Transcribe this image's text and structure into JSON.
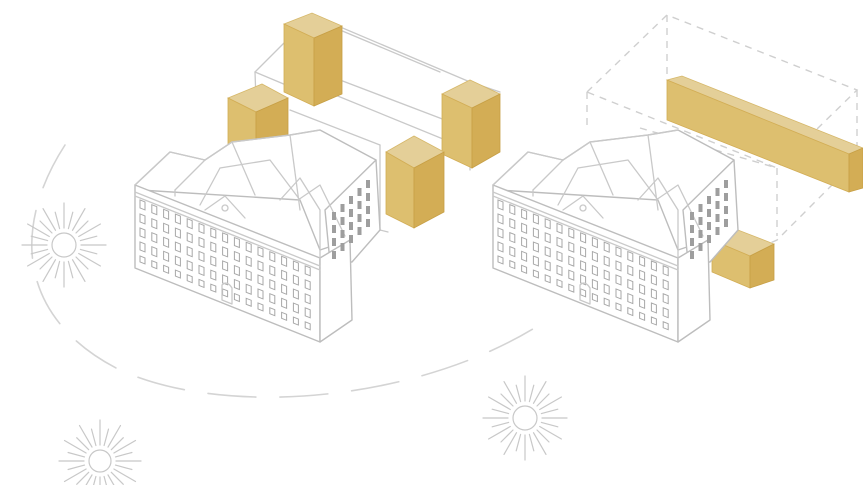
{
  "diagram": {
    "panels": [
      {
        "name": "option-left",
        "volumes": 4
      },
      {
        "name": "option-right",
        "volumes": 2
      }
    ],
    "colors": {
      "volume_top": "#e4cf98",
      "volume_left": "#ddbf6f",
      "volume_right": "#d3ad55",
      "linework": "#c9c9c9",
      "background": "#ffffff"
    },
    "suns": 3,
    "sun_path": "dashed-arc"
  }
}
